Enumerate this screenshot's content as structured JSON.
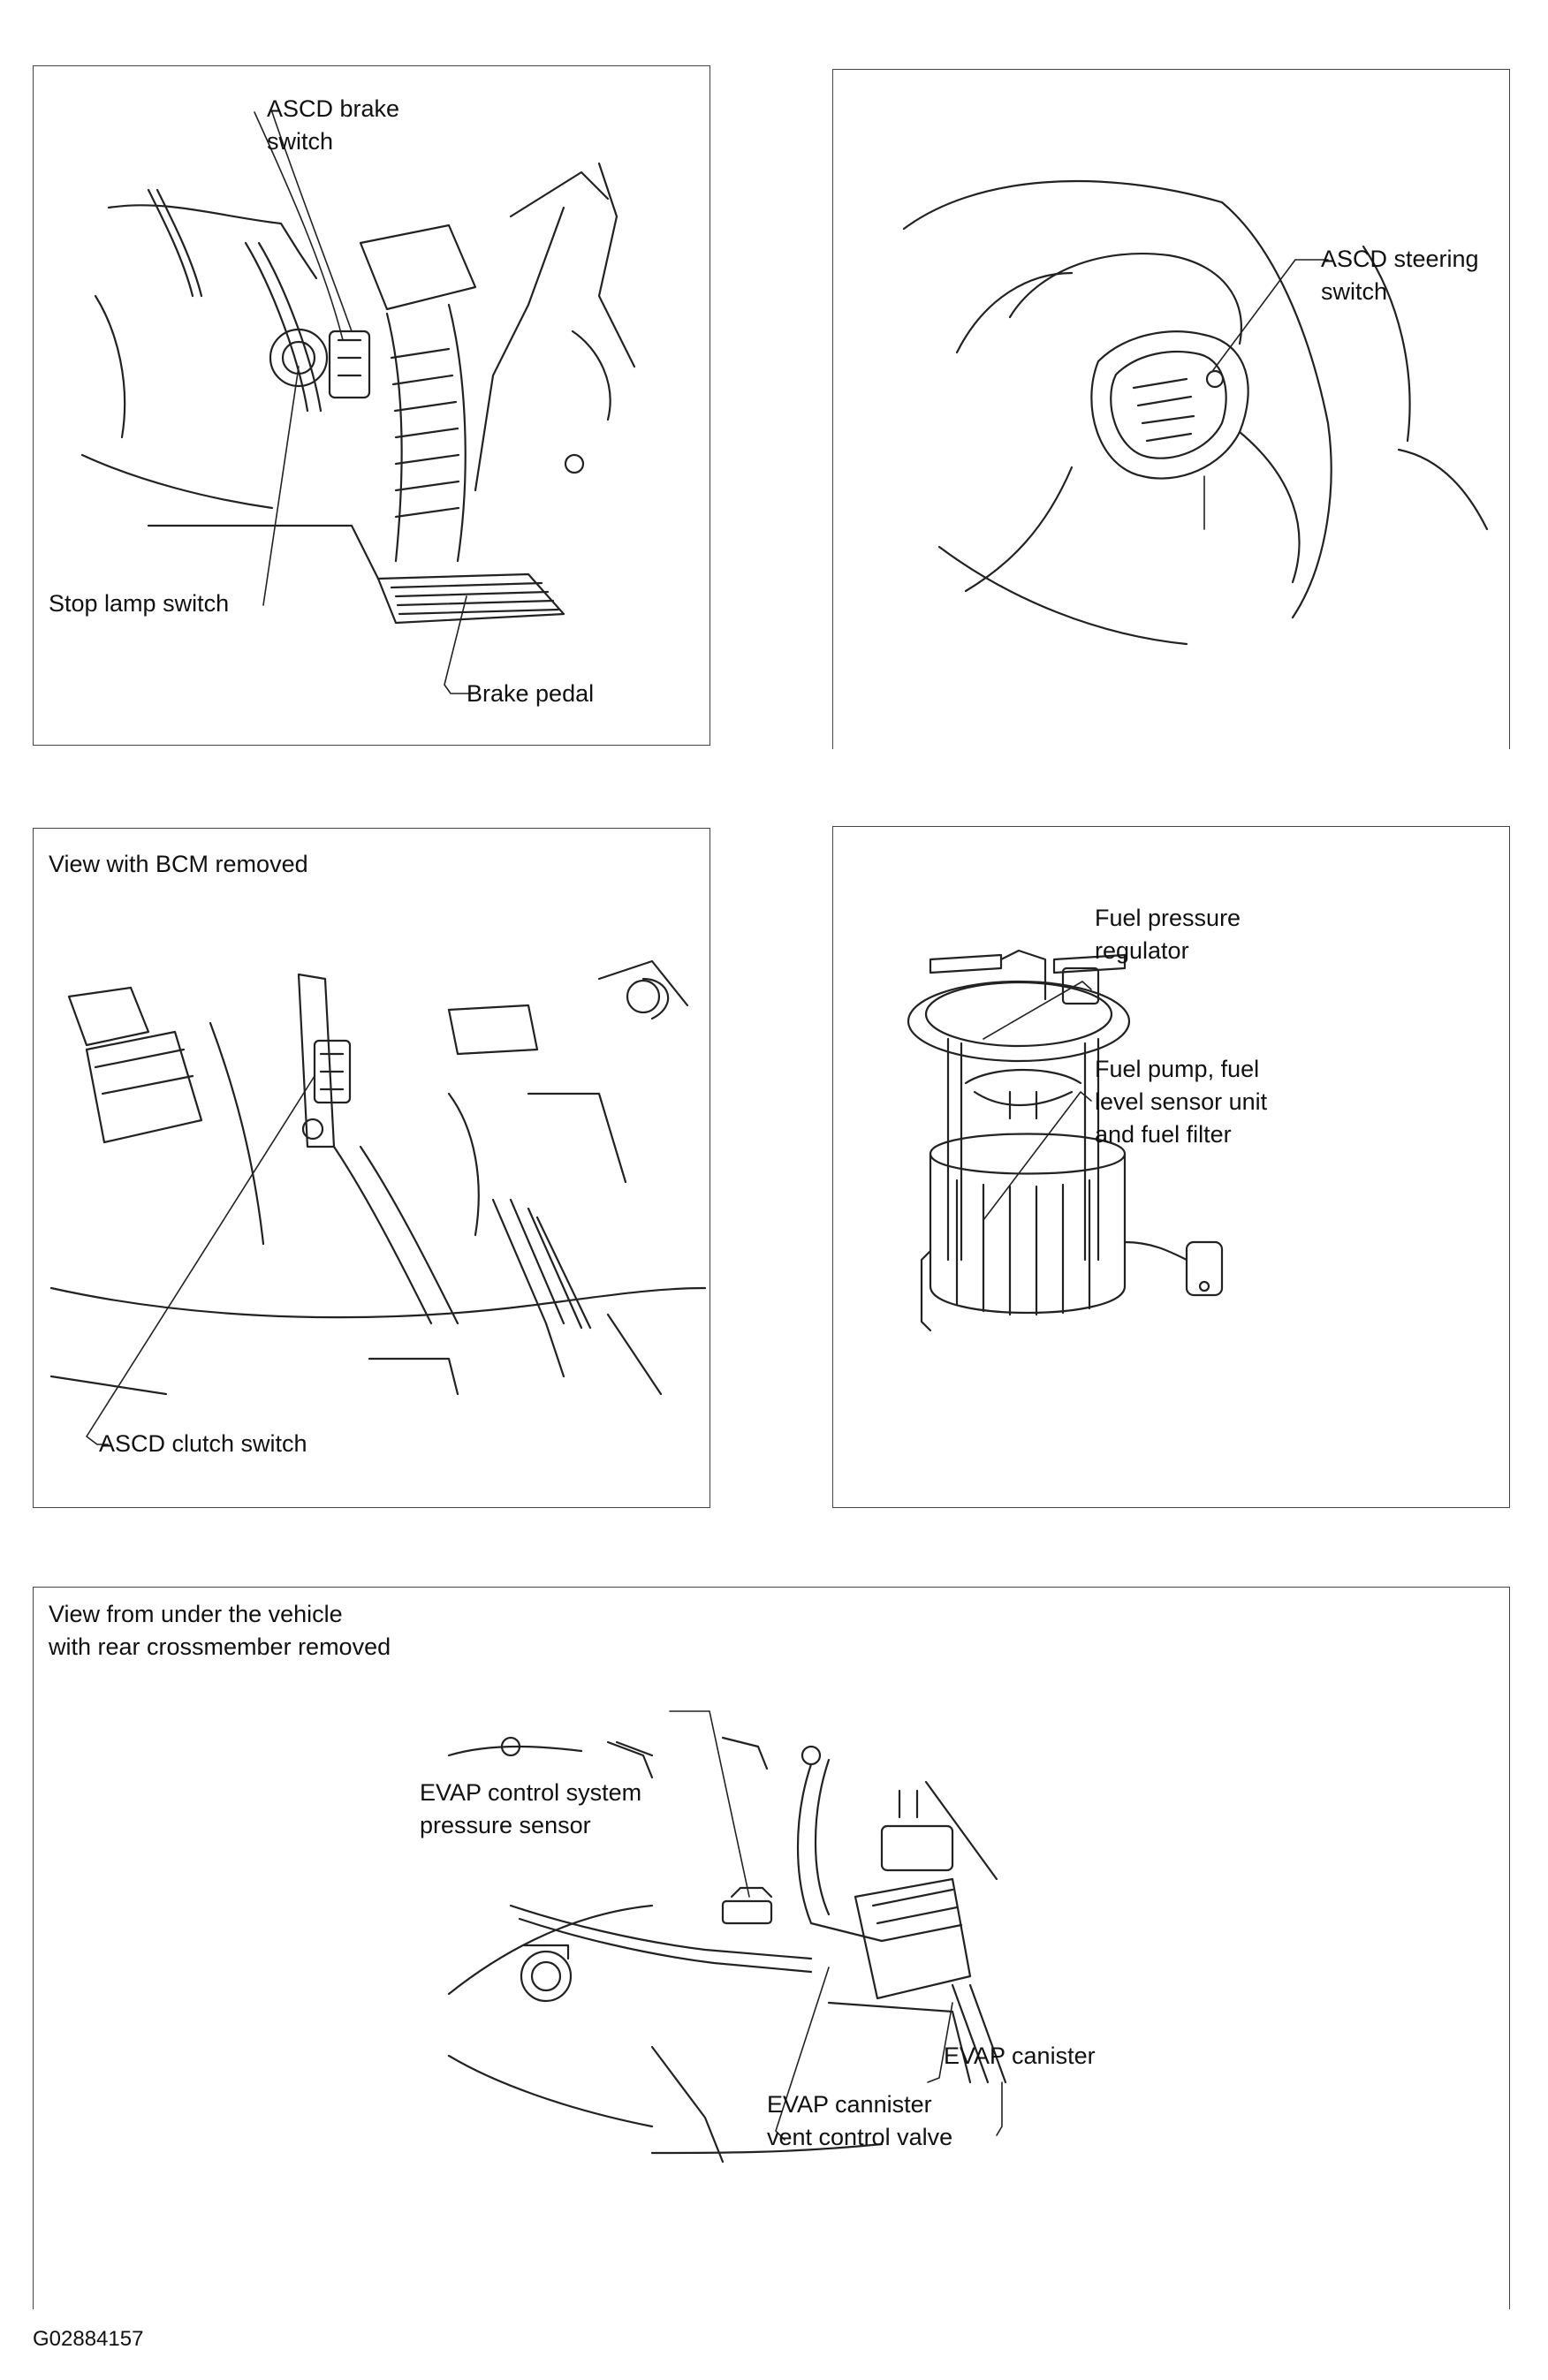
{
  "figure_code": "G02884157",
  "panels": {
    "brake": {
      "labels": {
        "asc_brake_switch": [
          "ASCD brake",
          "switch"
        ],
        "stop_lamp_switch": "Stop lamp switch",
        "brake_pedal": "Brake pedal"
      }
    },
    "steering": {
      "labels": {
        "asc_steering_switch": [
          "ASCD steering",
          "switch"
        ]
      }
    },
    "clutch": {
      "caption": "View with BCM removed",
      "labels": {
        "asc_clutch_switch": "ASCD clutch switch"
      }
    },
    "fuel": {
      "labels": {
        "fuel_pressure_regulator": [
          "Fuel pressure",
          "regulator"
        ],
        "fuel_pump_unit": [
          "Fuel pump, fuel",
          "level sensor unit",
          "and fuel filter"
        ]
      }
    },
    "evap": {
      "caption": [
        "View from under the vehicle",
        "with rear crossmember removed"
      ],
      "labels": {
        "evap_pressure_sensor": [
          "EVAP control system",
          "pressure sensor"
        ],
        "evap_canister": "EVAP canister",
        "evap_vent_valve": [
          "EVAP cannister",
          "vent control valve"
        ]
      }
    }
  }
}
